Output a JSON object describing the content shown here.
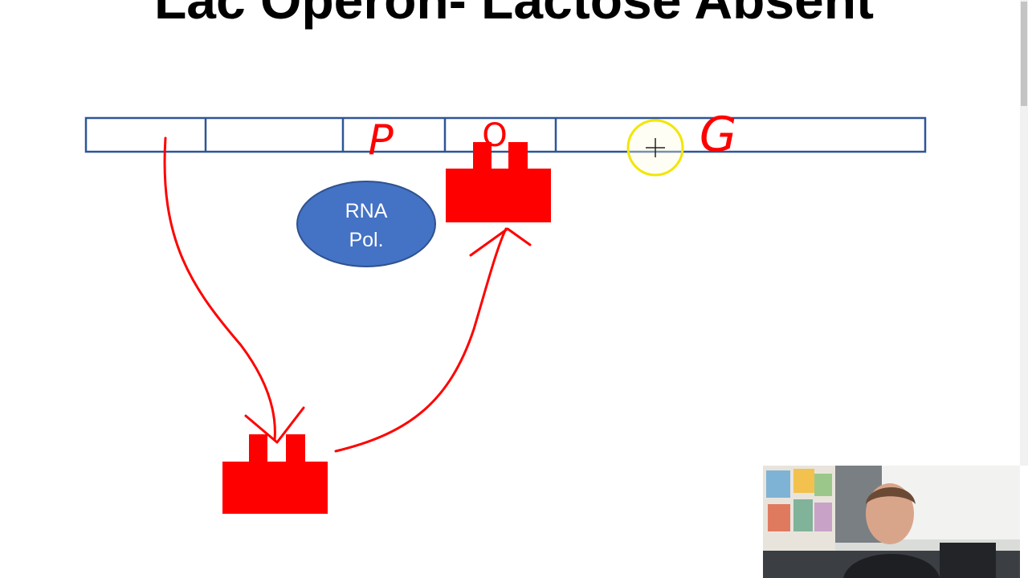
{
  "slide": {
    "title": "Lac Operon- Lactose Absent"
  },
  "rna_polymerase": {
    "label_line1": "RNA",
    "label_line2": "Pol."
  },
  "handwritten": {
    "promoter": "P",
    "operator": "O",
    "gene": "G"
  },
  "colors": {
    "dna_strand": "#2f5597",
    "rna_pol_fill": "#4472c4",
    "rna_pol_stroke": "#2f528f",
    "repressor": "#ff0000",
    "annotation": "#ff0000",
    "cursor_highlight": "#f2e600"
  }
}
